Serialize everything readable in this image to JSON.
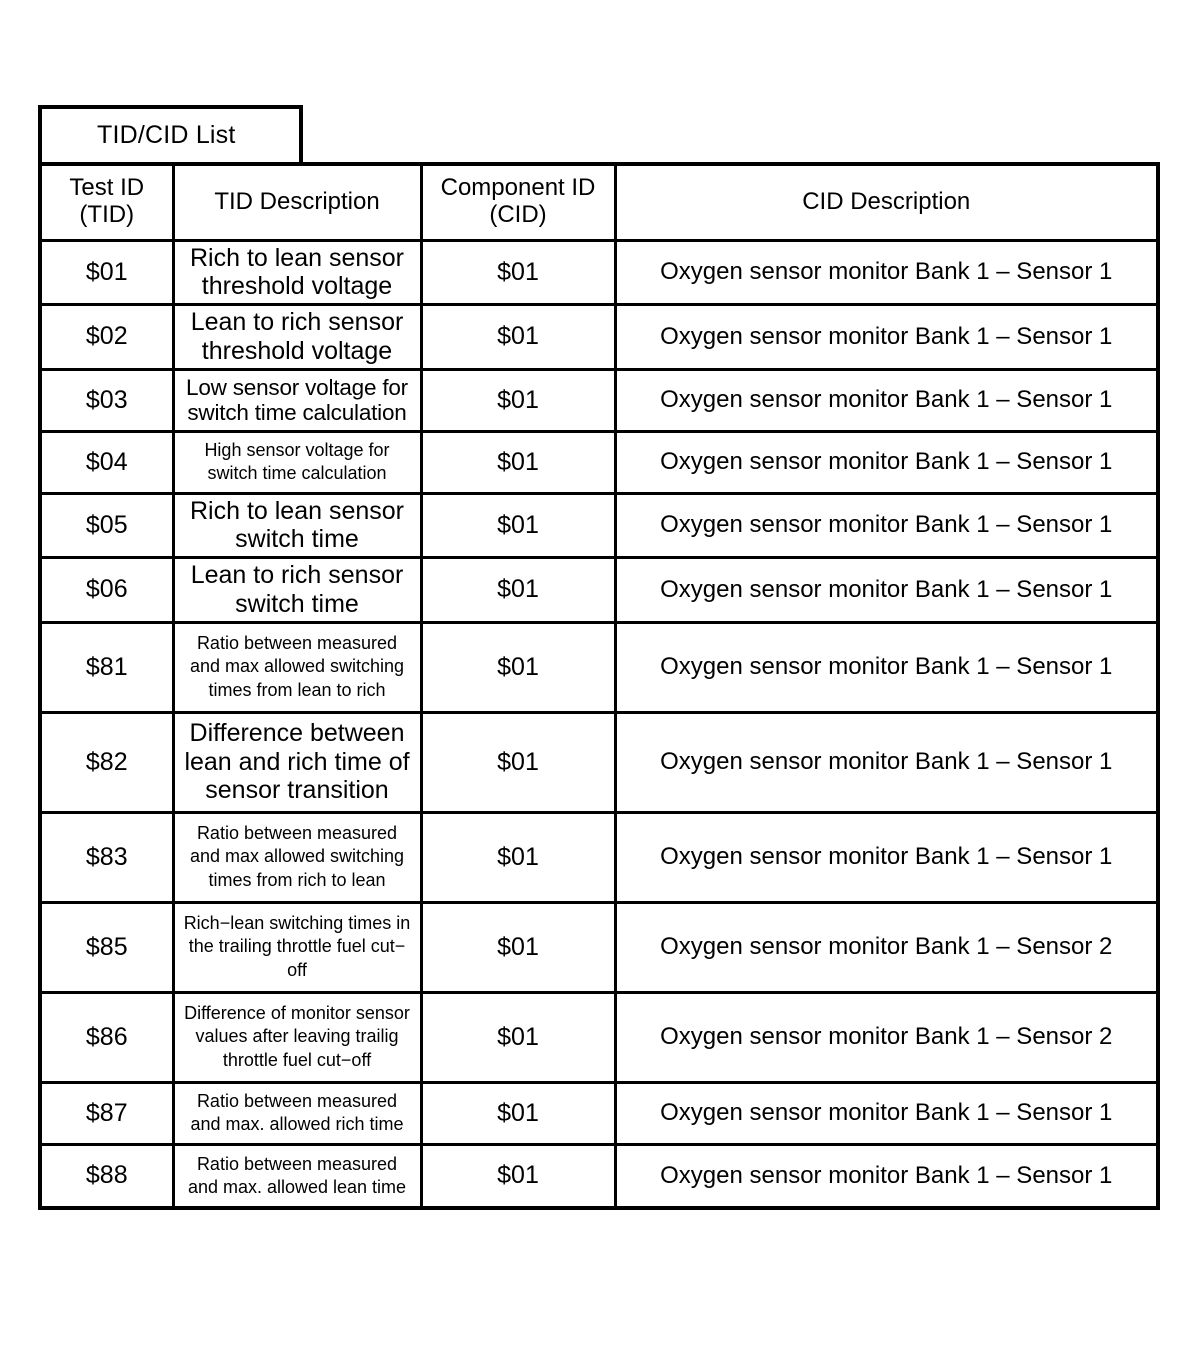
{
  "title": {
    "label": "TID/CID List"
  },
  "table": {
    "headers": {
      "tid": "Test ID\n(TID)",
      "tid_line1": "Test ID",
      "tid_line2": "(TID)",
      "tid_description": "TID Description",
      "cid_line1": "Component ID",
      "cid_line2": "(CID)",
      "cid_description": "CID Description"
    },
    "rows": [
      {
        "tid": "$01",
        "tid_description": "Rich to lean sensor threshold voltage",
        "tid_desc_lines": [
          "Rich to lean sensor",
          "threshold voltage"
        ],
        "cid": "$01",
        "cid_description": "Oxygen sensor monitor Bank 1 – Sensor 1",
        "size": "lg"
      },
      {
        "tid": "$02",
        "tid_description": "Lean to rich sensor threshold voltage",
        "tid_desc_lines": [
          "Lean to rich sensor",
          "threshold voltage"
        ],
        "cid": "$01",
        "cid_description": "Oxygen sensor monitor Bank 1 – Sensor 1",
        "size": "lg"
      },
      {
        "tid": "$03",
        "tid_description": "Low sensor voltage for switch time calculation",
        "tid_desc_lines": [
          "Low sensor voltage for",
          "switch time calculation"
        ],
        "cid": "$01",
        "cid_description": "Oxygen sensor monitor Bank 1 – Sensor 1",
        "size": "md"
      },
      {
        "tid": "$04",
        "tid_description": "High sensor voltage for switch time calculation",
        "tid_desc_lines": [
          "High sensor voltage for",
          "switch time calculation"
        ],
        "cid": "$01",
        "cid_description": "Oxygen sensor monitor Bank 1 – Sensor 1",
        "size": "sm"
      },
      {
        "tid": "$05",
        "tid_description": "Rich to lean sensor switch time",
        "tid_desc_lines": [
          "Rich to lean sensor",
          "switch time"
        ],
        "cid": "$01",
        "cid_description": "Oxygen sensor monitor Bank 1 – Sensor 1",
        "size": "lg"
      },
      {
        "tid": "$06",
        "tid_description": "Lean to rich sensor switch time",
        "tid_desc_lines": [
          "Lean to rich sensor",
          "switch time"
        ],
        "cid": "$01",
        "cid_description": "Oxygen sensor monitor Bank 1 – Sensor 1",
        "size": "lg"
      },
      {
        "tid": "$81",
        "tid_description": "Ratio between measured and max allowed switching times from lean to rich",
        "tid_desc_lines": [
          "Ratio between measured",
          "and max allowed switching",
          "times from lean to rich"
        ],
        "cid": "$01",
        "cid_description": "Oxygen sensor monitor Bank 1 – Sensor 1",
        "size": "sm"
      },
      {
        "tid": "$82",
        "tid_description": "Difference between lean and rich time of sensor transition",
        "tid_desc_lines": [
          "Difference between",
          "lean and rich time of",
          "sensor transition"
        ],
        "cid": "$01",
        "cid_description": "Oxygen sensor monitor Bank 1 – Sensor 1",
        "size": "lg"
      },
      {
        "tid": "$83",
        "tid_description": "Ratio between measured and max allowed switching times from rich to lean",
        "tid_desc_lines": [
          "Ratio between measured",
          "and max allowed switching",
          "times from rich to lean"
        ],
        "cid": "$01",
        "cid_description": "Oxygen sensor monitor Bank 1 – Sensor 1",
        "size": "sm"
      },
      {
        "tid": "$85",
        "tid_description": "Rich−lean switching times in the trailing throttle fuel cut−off",
        "tid_desc_lines": [
          "Rich−lean switching times in",
          "the trailing throttle fuel cut−",
          "off"
        ],
        "cid": "$01",
        "cid_description": "Oxygen sensor monitor Bank 1 – Sensor 2",
        "size": "sm"
      },
      {
        "tid": "$86",
        "tid_description": "Difference of monitor sensor values after leaving trailig throttle fuel cut−off",
        "tid_desc_lines": [
          "Difference of monitor sensor",
          "values after leaving trailig",
          "throttle fuel cut−off"
        ],
        "cid": "$01",
        "cid_description": "Oxygen sensor monitor Bank 1 – Sensor 2",
        "size": "sm"
      },
      {
        "tid": "$87",
        "tid_description": "Ratio between measured and max. allowed rich time",
        "tid_desc_lines": [
          "Ratio between measured",
          "and max. allowed rich time"
        ],
        "cid": "$01",
        "cid_description": "Oxygen sensor monitor Bank 1 – Sensor 1",
        "size": "sm"
      },
      {
        "tid": "$88",
        "tid_description": "Ratio between measured and max. allowed lean time",
        "tid_desc_lines": [
          "Ratio between measured",
          "and max. allowed lean time"
        ],
        "cid": "$01",
        "cid_description": "Oxygen sensor monitor Bank 1 – Sensor 1",
        "size": "sm"
      }
    ]
  },
  "colors": {
    "ink": "#000000",
    "paper": "#ffffff"
  }
}
